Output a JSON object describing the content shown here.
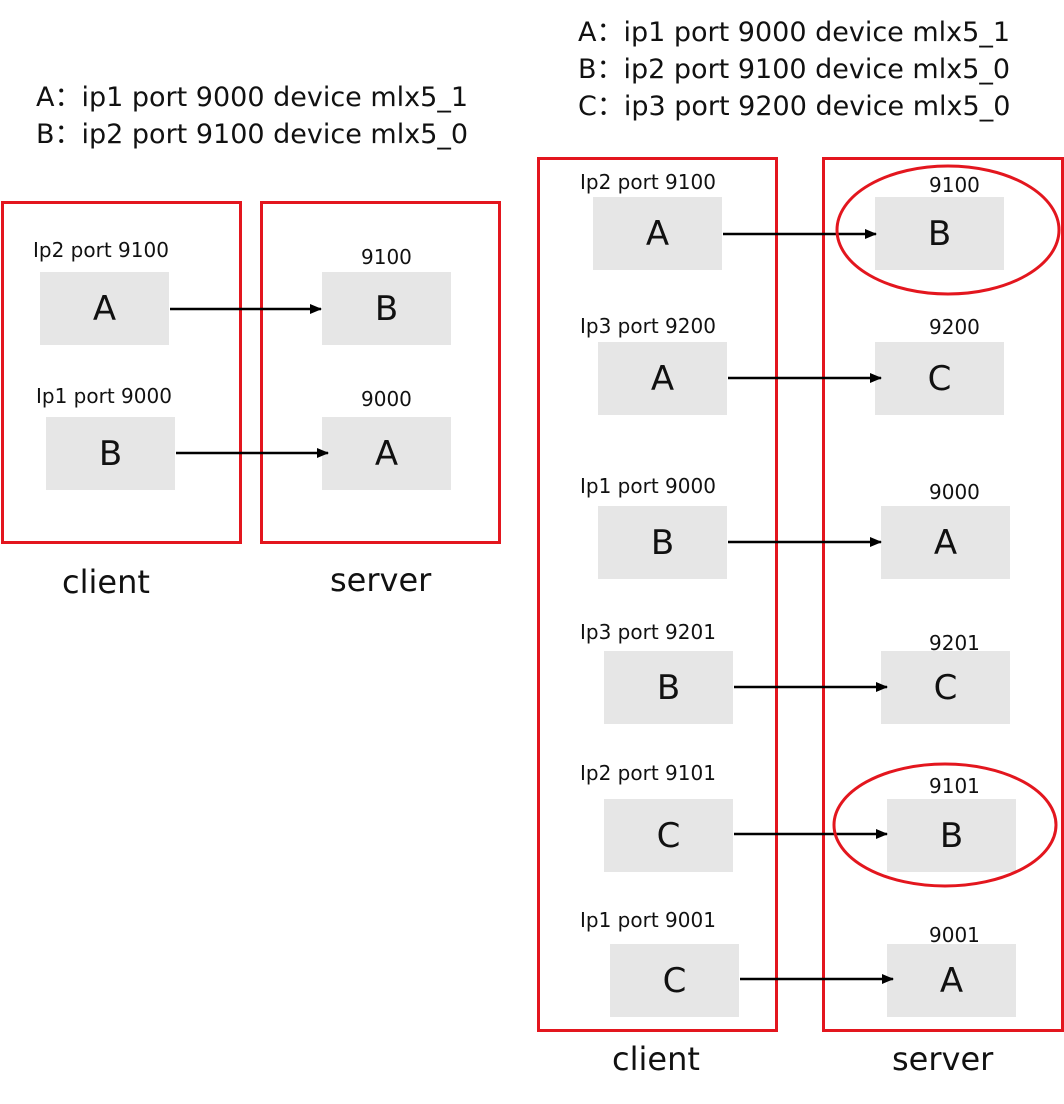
{
  "left": {
    "legend": [
      "A：ip1 port 9000 device mlx5_1",
      "B：ip2 port 9100 device mlx5_0"
    ],
    "rows": [
      {
        "client_label": "Ip2 port 9100",
        "client_node": "A",
        "server_port": "9100",
        "server_node": "B",
        "highlighted": false
      },
      {
        "client_label": "Ip1 port 9000",
        "client_node": "B",
        "server_port": "9000",
        "server_node": "A",
        "highlighted": false
      }
    ],
    "client_caption": "client",
    "server_caption": "server"
  },
  "right": {
    "legend": [
      "A：ip1 port 9000 device mlx5_1",
      "B：ip2 port 9100 device mlx5_0",
      "C：ip3 port 9200 device mlx5_0"
    ],
    "rows": [
      {
        "client_label": "Ip2 port 9100",
        "client_node": "A",
        "server_port": "9100",
        "server_node": "B",
        "highlighted": true
      },
      {
        "client_label": "Ip3 port 9200",
        "client_node": "A",
        "server_port": "9200",
        "server_node": "C",
        "highlighted": false
      },
      {
        "client_label": "Ip1 port 9000",
        "client_node": "B",
        "server_port": "9000",
        "server_node": "A",
        "highlighted": false
      },
      {
        "client_label": "Ip3 port 9201",
        "client_node": "B",
        "server_port": "9201",
        "server_node": "C",
        "highlighted": false
      },
      {
        "client_label": "Ip2 port 9101",
        "client_node": "C",
        "server_port": "9101",
        "server_node": "B",
        "highlighted": true
      },
      {
        "client_label": "Ip1 port 9001",
        "client_node": "C",
        "server_port": "9001",
        "server_node": "A",
        "highlighted": false
      }
    ],
    "client_caption": "client",
    "server_caption": "server"
  },
  "colors": {
    "frame": "#e3161e",
    "node_fill": "#e6e6e6",
    "arrow": "#000000",
    "highlight": "#e3161e"
  }
}
